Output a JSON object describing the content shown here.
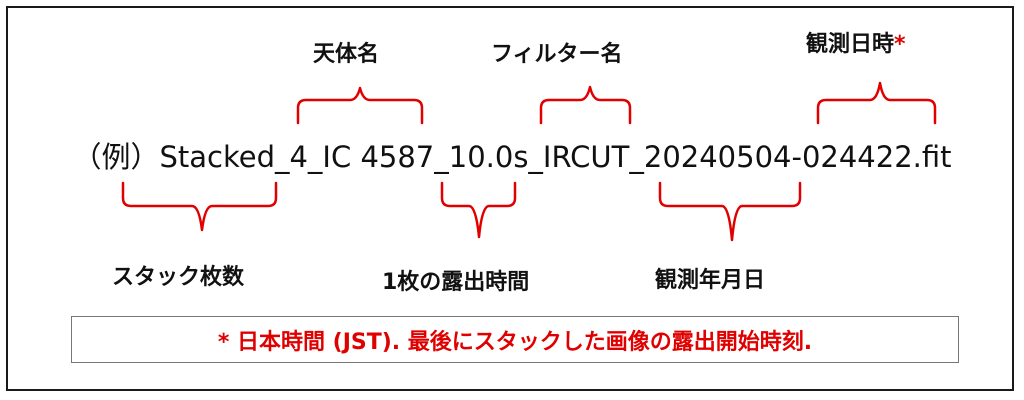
{
  "filename": "（例）Stacked_4_IC 4587_10.0s_IRCUT_20240504-024422.fit",
  "labels": {
    "object_name": "天体名",
    "filter_name": "フィルター名",
    "obs_datetime": "観測日時",
    "obs_datetime_mark": "*",
    "stack_count": "スタック枚数",
    "exposure": "1枚の露出時間",
    "obs_date": "観測年月日"
  },
  "note": "* 日本時間 (JST). 最後にスタックした画像の露出開始時刻.",
  "colors": {
    "bracket": "#e00000",
    "note_text": "#e00000",
    "frame": "#1a1a1a"
  }
}
